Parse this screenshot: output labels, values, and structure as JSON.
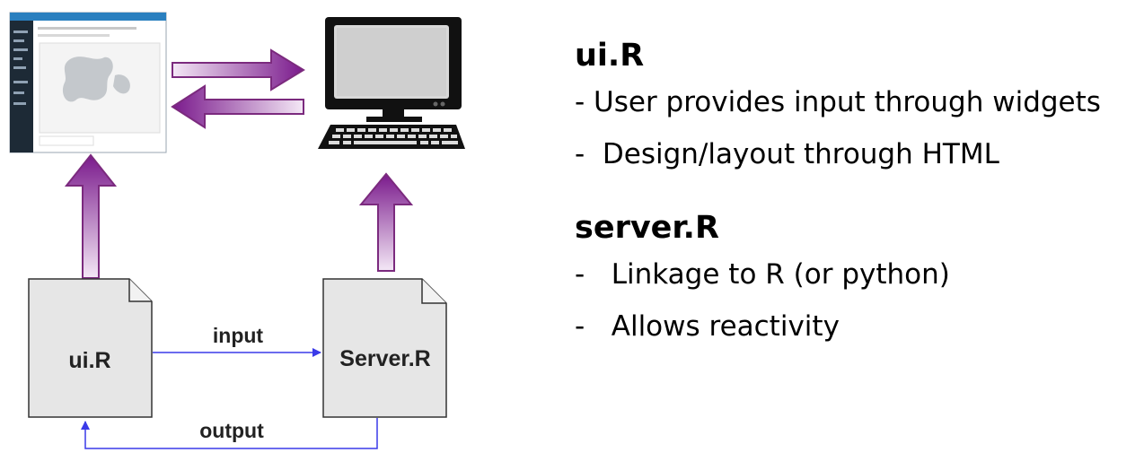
{
  "diagram": {
    "ui_file_label": "ui.R",
    "server_file_label": "Server.R",
    "input_edge_label": "input",
    "output_edge_label": "output",
    "colors": {
      "arrow_fill_top": "#7a1a8c",
      "arrow_fill_bottom": "#f4e8f6",
      "arrow_stroke": "#7b2a7e",
      "flow_line": "#3a3ae8",
      "document_fill": "#e6e6e6",
      "document_stroke": "#333333"
    }
  },
  "notes": {
    "ui": {
      "heading": "ui.R",
      "bullets": [
        "- User provides input through widgets",
        "-  Design/layout through HTML"
      ]
    },
    "server": {
      "heading": "server.R",
      "bullets": [
        "-   Linkage to R (or python)",
        "-   Allows reactivity"
      ]
    }
  }
}
